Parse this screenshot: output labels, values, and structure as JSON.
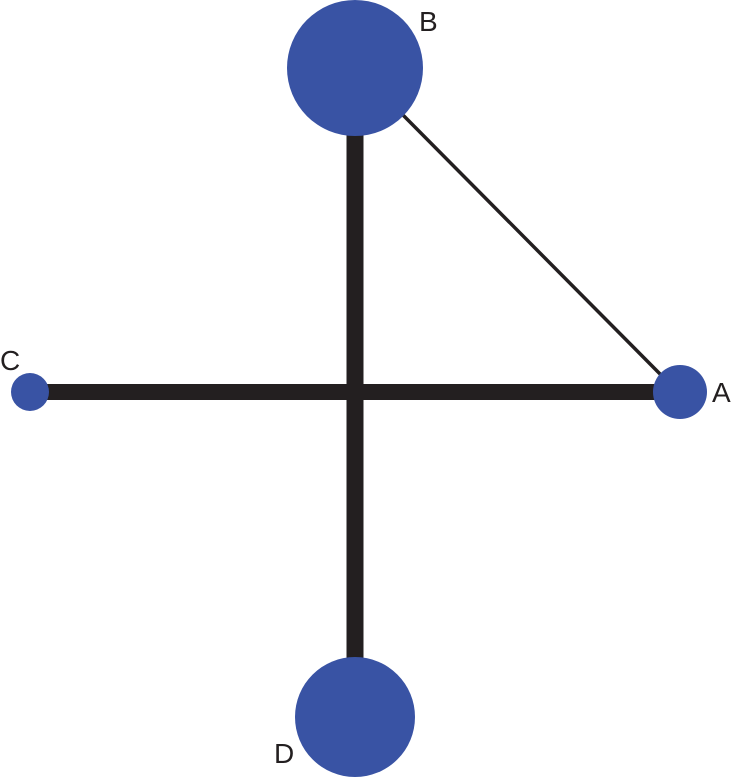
{
  "colors": {
    "node": "#3953a4",
    "edge": "#231f20",
    "background": "#ffffff"
  },
  "diagram": {
    "type": "network-graph",
    "nodes": [
      {
        "id": "A",
        "label": "A"
      },
      {
        "id": "B",
        "label": "B"
      },
      {
        "id": "C",
        "label": "C"
      },
      {
        "id": "D",
        "label": "D"
      }
    ],
    "edges": [
      {
        "from": "C",
        "to": "A",
        "weight": "thick"
      },
      {
        "from": "B",
        "to": "D",
        "weight": "thick"
      },
      {
        "from": "B",
        "to": "A",
        "weight": "thin"
      }
    ]
  }
}
